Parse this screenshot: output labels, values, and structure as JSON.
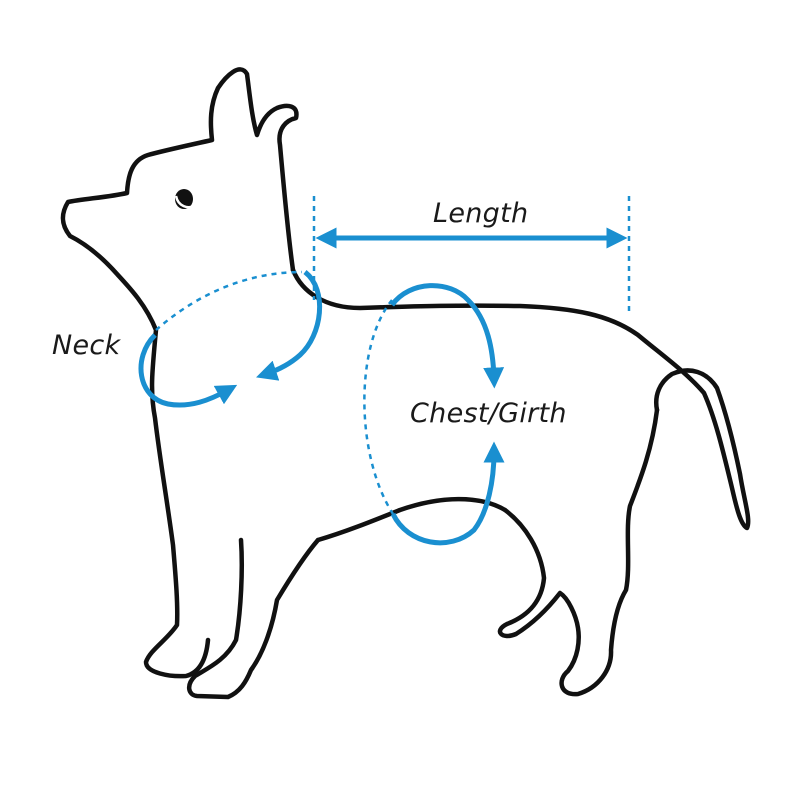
{
  "labels": {
    "length": "Length",
    "neck": "Neck",
    "chest": "Chest/Girth"
  },
  "colors": {
    "outline": "#111111",
    "measure": "#1a8fd0",
    "background": "#ffffff"
  }
}
